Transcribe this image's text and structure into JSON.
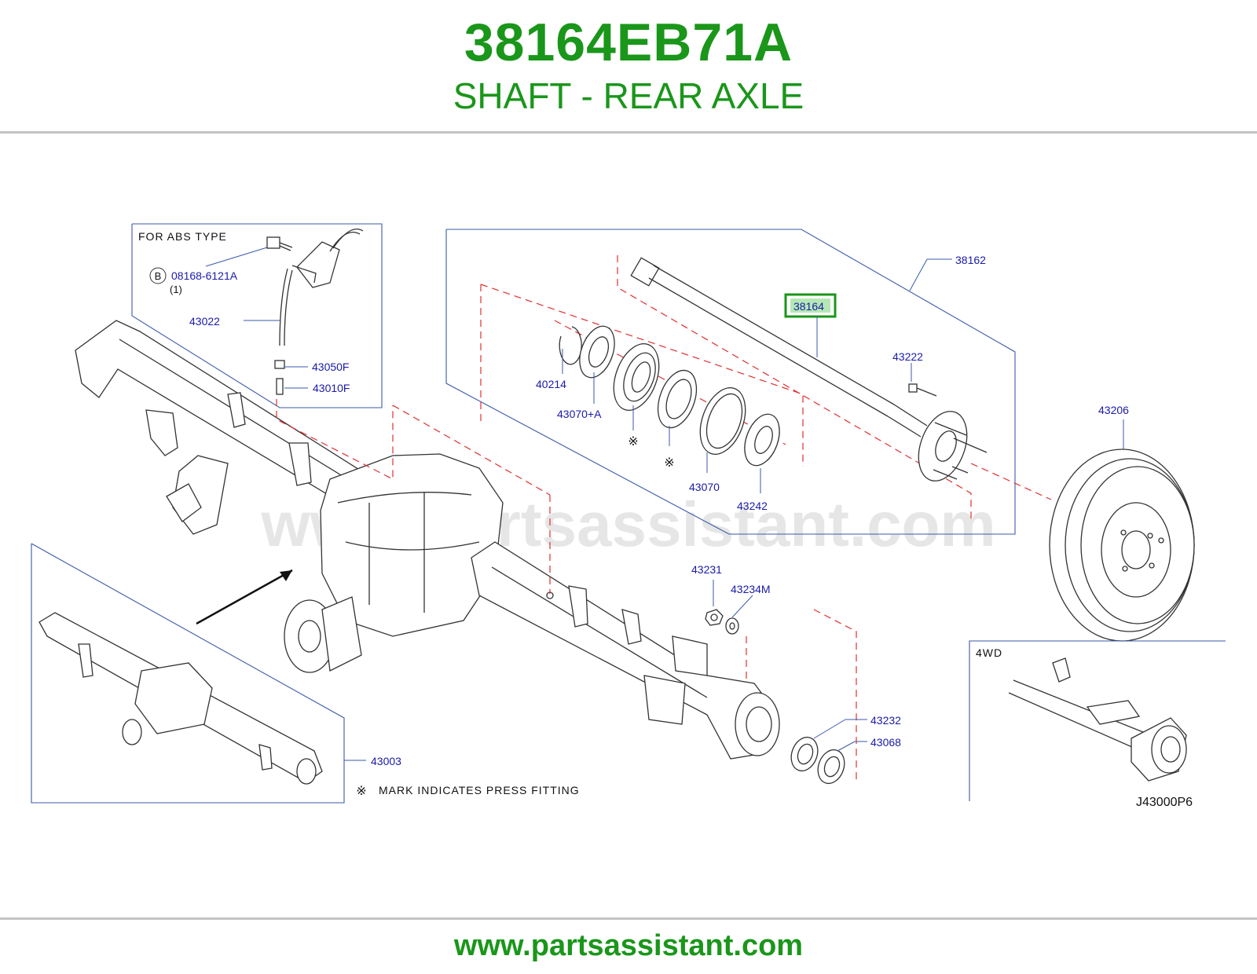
{
  "header": {
    "part_number": "38164EB71A",
    "part_name": "SHAFT - REAR AXLE"
  },
  "footer": {
    "url": "www.partsassistant.com"
  },
  "watermark": "www.partsassistant.com",
  "highlight_color": "#1a961a",
  "diagram": {
    "abs_box_title": "FOR  ABS  TYPE",
    "bolt_symbol": "B",
    "bolt_part": "08168-6121A",
    "bolt_qty": "(1)",
    "note_symbol": "※",
    "press_fit_note": "MARK  INDICATES  PRESS  FITTING",
    "fourwd_label": "4WD",
    "drawing_code": "J43000P6",
    "labels": {
      "p38162": "38162",
      "p38164": "38164",
      "p43222": "43222",
      "p40214": "40214",
      "p43070a": "43070+A",
      "p43070": "43070",
      "p43242": "43242",
      "p43206": "43206",
      "p43022": "43022",
      "p43050f": "43050F",
      "p43010f": "43010F",
      "p43231": "43231",
      "p43234m": "43234M",
      "p43232": "43232",
      "p43068": "43068",
      "p43003": "43003"
    }
  }
}
